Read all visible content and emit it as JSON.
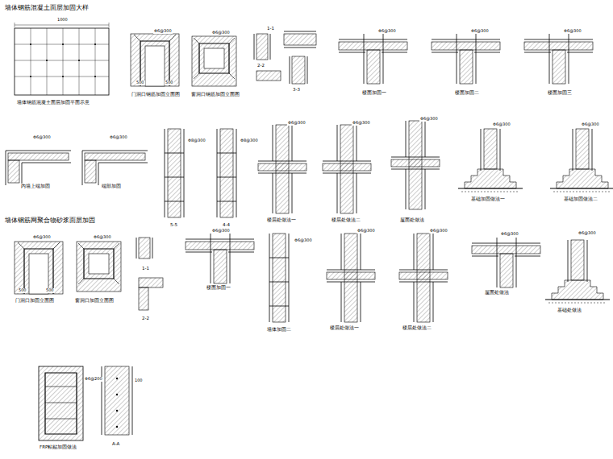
{
  "diagram": {
    "title": "墙体钢筋混凝土面层加固大样",
    "labels": [
      "墙体钢筋网聚合物砂浆面层加固",
      "墙体钢筋混凝土面层加固平面示意",
      "门洞口钢筋加固立面图",
      "窗洞口钢筋加固立面图",
      "1-1",
      "2-2",
      "3-3",
      "楼面加固一",
      "楼面加固二",
      "楼面加固三",
      "内墙上端加固",
      "端部加固",
      "5-5",
      "4-4",
      "楼层处做法一",
      "楼层处做法二",
      "屋面处做法",
      "基础加固做法一",
      "基础加固做法二",
      "门洞口加固立面图",
      "窗洞口加固立面图",
      "1-1",
      "2-2",
      "楼面加固一",
      "墙体加固二",
      "楼层处做法一",
      "楼层处做法二",
      "屋面处做法",
      "基础处做法",
      "FRP粘贴加固做法",
      "A-A",
      "1000",
      "Φ6@300",
      "Φ6@300",
      "Φ6@300",
      "Φ6@300",
      "Φ6@300",
      "Φ6@300",
      "Φ6@300",
      "Φ8@300",
      "Φ8@300",
      "Φ6@300",
      "Φ6@300",
      "Φ6@300",
      "Φ6@300",
      "Φ6@300",
      "Φ6@300",
      "Φ6@300",
      "Φ6@300",
      "Φ6@300",
      "Φ6@300",
      "Φ6@300",
      "Φ6@300",
      "Φ6@300",
      "500",
      "500",
      "500",
      "500",
      "Φ6@200",
      "100"
    ]
  }
}
